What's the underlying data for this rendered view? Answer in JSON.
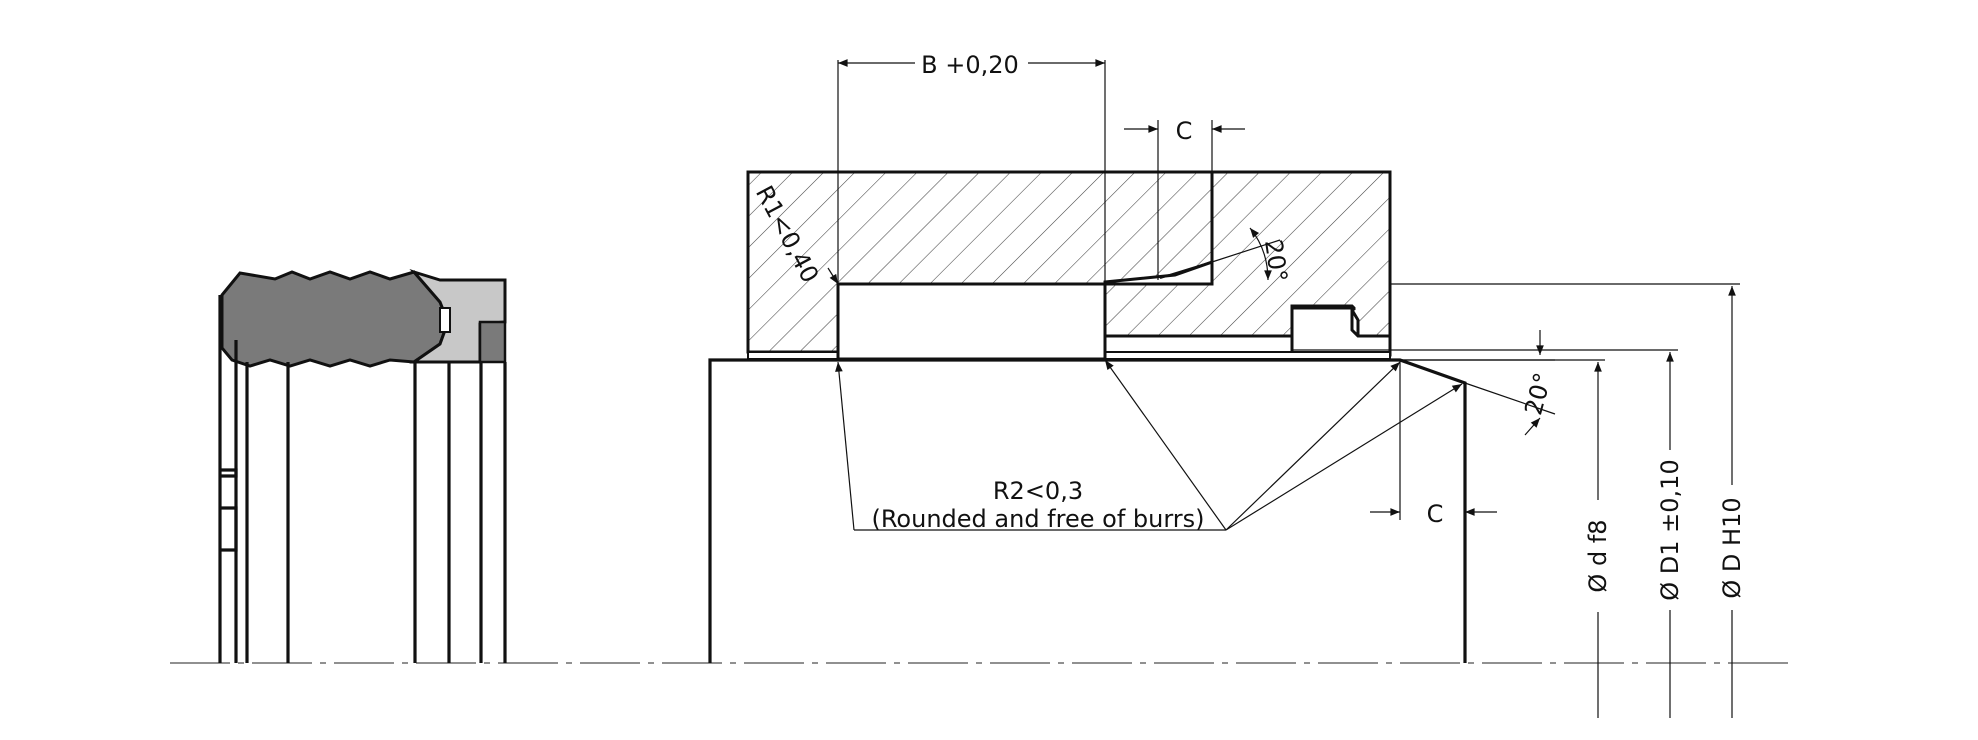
{
  "dimensions": {
    "groove_width": "B +0,20",
    "chamfer_top": "C",
    "chamfer_bottom": "C",
    "radius_r1": "R1<0,40",
    "radius_r2": "R2<0,3",
    "radius_r2_note": "(Rounded and free of burrs)",
    "angle_groove": "20°",
    "angle_rod": "20°",
    "dia_d": "Ø d f8",
    "dia_d1": "Ø D1 ±0,10",
    "dia_D": "Ø D H10"
  },
  "colors": {
    "line": "#111111",
    "seal_dark": "#7a7a7a",
    "seal_light": "#c8c8c8",
    "hatch": "#444444"
  }
}
